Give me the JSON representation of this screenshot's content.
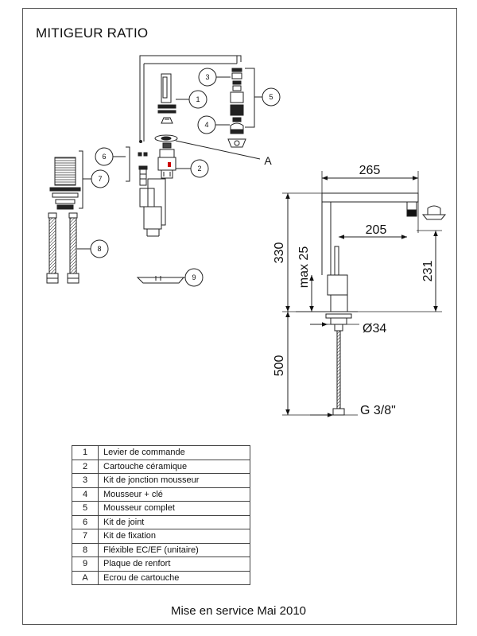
{
  "title": "MITIGEUR RATIO",
  "callouts": {
    "c1": "1",
    "c2": "2",
    "c3": "3",
    "c4": "4",
    "c5": "5",
    "c6": "6",
    "c7": "7",
    "c8": "8",
    "c9": "9",
    "cA": "A"
  },
  "dimensions": {
    "spout_reach": "265",
    "aerator_reach": "205",
    "total_height": "330",
    "max_deck": "max 25",
    "spout_height": "231",
    "hole_diameter": "Ø34",
    "hose_length": "500",
    "thread": "G 3/8\""
  },
  "legend": [
    {
      "num": "1",
      "label": "Levier de commande"
    },
    {
      "num": "2",
      "label": "Cartouche céramique"
    },
    {
      "num": "3",
      "label": "Kit de jonction mousseur"
    },
    {
      "num": "4",
      "label": "Mousseur + clé"
    },
    {
      "num": "5",
      "label": "Mousseur complet"
    },
    {
      "num": "6",
      "label": "Kit de joint"
    },
    {
      "num": "7",
      "label": "Kit de fixation"
    },
    {
      "num": "8",
      "label": "Fléxible EC/EF (unitaire)"
    },
    {
      "num": "9",
      "label": "Plaque de renfort"
    },
    {
      "num": "A",
      "label": "Ecrou de cartouche"
    }
  ],
  "footer": "Mise en service Mai 2010"
}
